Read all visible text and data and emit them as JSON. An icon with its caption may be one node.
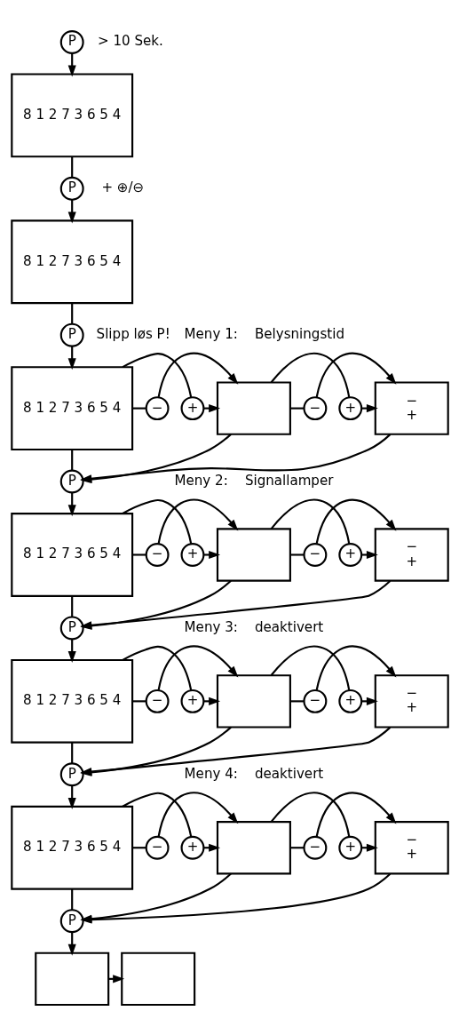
{
  "diagram": {
    "nodes": [
      {
        "text": [
          "P"
        ],
        "beside": [
          "> 10 Sek."
        ]
      },
      {
        "text": [
          "8 1 2 7 3 6 5 4"
        ]
      },
      {
        "text": [
          "P"
        ],
        "beside": [
          "+ ⊕/⊖"
        ]
      },
      {
        "text": [
          "8 1 2 7 3 6 5 4"
        ]
      },
      {
        "text": [
          "P"
        ],
        "beside": [
          "Slipp løs P!"
        ]
      },
      {
        "text": [
          "8 1 2 7 3 6 5 4"
        ]
      },
      {
        "text": [
          "+"
        ]
      },
      {
        "text": [
          "−"
        ]
      },
      {
        "text": [],
        "shape": "box",
        "beside": [
          "Meny 1:",
          "Belysningstid"
        ]
      },
      {
        "text": [
          "+"
        ]
      },
      {
        "text": [
          "−"
        ]
      },
      {
        "text": [
          "−",
          "+"
        ]
      },
      {
        "text": [
          "P"
        ]
      },
      {
        "text": [
          "8 1 2 7 3 6 5 4"
        ]
      },
      {
        "text": [
          "+"
        ]
      },
      {
        "text": [
          "−"
        ]
      },
      {
        "text": [],
        "shape": "box",
        "beside": [
          "Meny 2:",
          "Signallamper"
        ]
      },
      {
        "text": [
          "+"
        ]
      },
      {
        "text": [
          "−"
        ]
      },
      {
        "text": [
          "−",
          "+"
        ]
      },
      {
        "text": [
          "P"
        ]
      },
      {
        "text": [
          "8 1 2 7 3 6 5 4"
        ]
      },
      {
        "text": [
          "+"
        ]
      },
      {
        "text": [
          "−"
        ]
      },
      {
        "text": [],
        "shape": "box",
        "beside": [
          "Meny 3:",
          "deaktivert"
        ]
      },
      {
        "text": [
          "+"
        ]
      },
      {
        "text": [
          "−"
        ]
      },
      {
        "text": [
          "−",
          "+"
        ]
      },
      {
        "text": [
          "P"
        ]
      },
      {
        "text": [
          "8 1 2 7 3 6 5 4"
        ]
      },
      {
        "text": [
          "+"
        ]
      },
      {
        "text": [
          "−"
        ]
      },
      {
        "text": [],
        "shape": "box",
        "beside": [
          "Meny 4:",
          "deaktivert"
        ]
      },
      {
        "text": [
          "+"
        ]
      },
      {
        "text": [
          "−"
        ]
      },
      {
        "text": [
          "−",
          "+"
        ]
      },
      {
        "text": [
          "P"
        ]
      },
      {
        "text": [],
        "shape": "box"
      },
      {
        "text": [],
        "shape": "box"
      }
    ],
    "edges": [
      {
        "from": 0,
        "to": 1,
        "arrow": "to"
      },
      {
        "from": 1,
        "to": 2,
        "arrow": "none"
      },
      {
        "from": 2,
        "to": 3,
        "arrow": "to"
      },
      {
        "from": 3,
        "to": 4,
        "arrow": "none"
      },
      {
        "from": 4,
        "to": 5,
        "arrow": "to"
      },
      {
        "from": 5,
        "to": 6,
        "arrow": "none"
      },
      {
        "from": 6,
        "to": 8,
        "arrow": "to"
      },
      {
        "from": 5,
        "to": 7,
        "arrow": "none"
      },
      {
        "from": 7,
        "to": 8,
        "arrow": "to"
      },
      {
        "from": 8,
        "to": 9,
        "arrow": "none"
      },
      {
        "from": 9,
        "to": 11,
        "arrow": "to"
      },
      {
        "from": 8,
        "to": 10,
        "arrow": "none"
      },
      {
        "from": 10,
        "to": 11,
        "arrow": "to"
      },
      {
        "from": 5,
        "to": 12,
        "arrow": "none"
      },
      {
        "from": 8,
        "to": 12,
        "arrow": "to"
      },
      {
        "from": 11,
        "to": 12,
        "arrow": "to"
      },
      {
        "from": 12,
        "to": 13,
        "arrow": "to"
      },
      {
        "from": 13,
        "to": 14,
        "arrow": "none"
      },
      {
        "from": 14,
        "to": 16,
        "arrow": "to"
      },
      {
        "from": 13,
        "to": 15,
        "arrow": "none"
      },
      {
        "from": 15,
        "to": 16,
        "arrow": "to"
      },
      {
        "from": 16,
        "to": 17,
        "arrow": "none"
      },
      {
        "from": 17,
        "to": 19,
        "arrow": "to"
      },
      {
        "from": 16,
        "to": 18,
        "arrow": "none"
      },
      {
        "from": 18,
        "to": 19,
        "arrow": "to"
      },
      {
        "from": 13,
        "to": 20,
        "arrow": "none"
      },
      {
        "from": 16,
        "to": 20,
        "arrow": "to"
      },
      {
        "from": 19,
        "to": 20,
        "arrow": "to"
      },
      {
        "from": 20,
        "to": 21,
        "arrow": "to"
      },
      {
        "from": 21,
        "to": 22,
        "arrow": "none"
      },
      {
        "from": 22,
        "to": 24,
        "arrow": "to"
      },
      {
        "from": 21,
        "to": 23,
        "arrow": "none"
      },
      {
        "from": 23,
        "to": 24,
        "arrow": "to"
      },
      {
        "from": 24,
        "to": 25,
        "arrow": "none"
      },
      {
        "from": 25,
        "to": 27,
        "arrow": "to"
      },
      {
        "from": 24,
        "to": 26,
        "arrow": "none"
      },
      {
        "from": 26,
        "to": 27,
        "arrow": "to"
      },
      {
        "from": 21,
        "to": 28,
        "arrow": "none"
      },
      {
        "from": 24,
        "to": 28,
        "arrow": "to"
      },
      {
        "from": 27,
        "to": 28,
        "arrow": "to"
      },
      {
        "from": 28,
        "to": 29,
        "arrow": "to"
      },
      {
        "from": 29,
        "to": 30,
        "arrow": "none"
      },
      {
        "from": 30,
        "to": 32,
        "arrow": "to"
      },
      {
        "from": 29,
        "to": 31,
        "arrow": "none"
      },
      {
        "from": 31,
        "to": 32,
        "arrow": "to"
      },
      {
        "from": 32,
        "to": 33,
        "arrow": "none"
      },
      {
        "from": 33,
        "to": 35,
        "arrow": "to"
      },
      {
        "from": 32,
        "to": 34,
        "arrow": "none"
      },
      {
        "from": 34,
        "to": 35,
        "arrow": "to"
      },
      {
        "from": 29,
        "to": 36,
        "arrow": "none"
      },
      {
        "from": 32,
        "to": 36,
        "arrow": "to"
      },
      {
        "from": 35,
        "to": 36,
        "arrow": "to"
      },
      {
        "from": 36,
        "to": 37,
        "arrow": "to"
      },
      {
        "from": 37,
        "to": 38,
        "arrow": "to"
      }
    ]
  }
}
